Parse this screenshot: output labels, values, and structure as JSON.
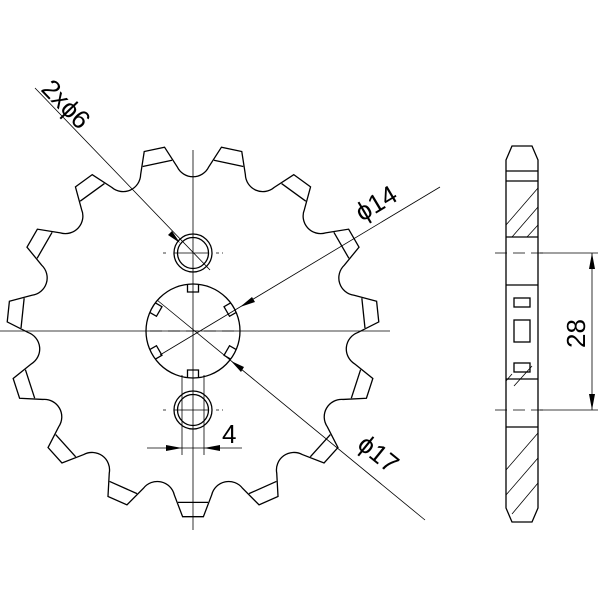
{
  "labels": {
    "bolt_holes": "2xϕ6",
    "inner_diameter": "ϕ14",
    "outer_spline_diameter": "ϕ17",
    "spline_width": "4",
    "bolt_spacing": "28"
  },
  "sprocket": {
    "teeth": 15
  },
  "line_color": "#000000"
}
